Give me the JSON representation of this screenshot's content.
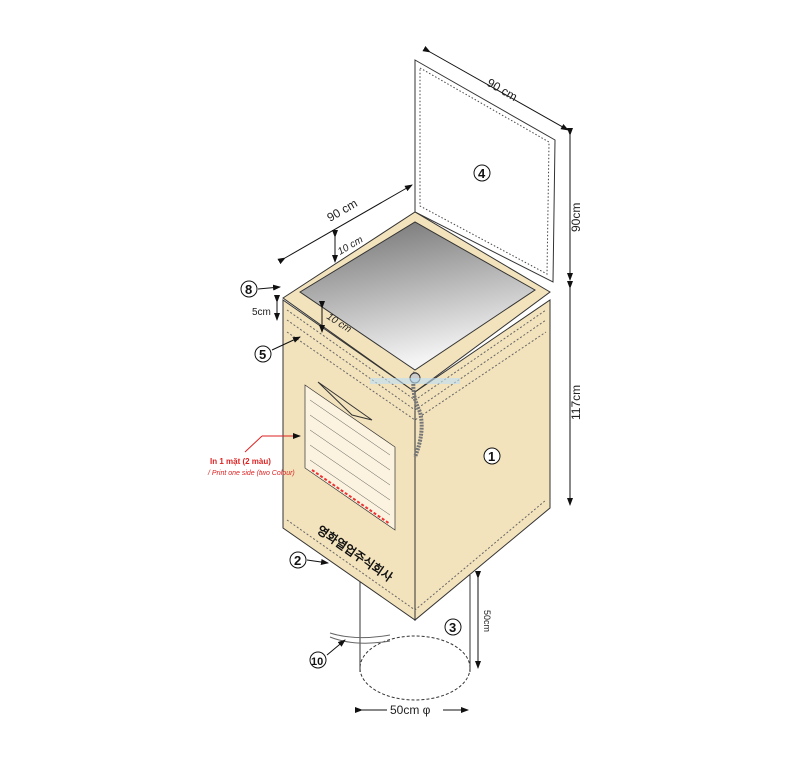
{
  "dimensions": {
    "lid_width": "90 cm",
    "top_width": "90 cm",
    "lid_height": "90cm",
    "body_height": "117cm",
    "cuff_back": "10 cm",
    "cuff_front": "10 cm",
    "seam": "5cm",
    "spout_length": "50cm",
    "spout_diameter": "50cm φ"
  },
  "callouts": [
    "1",
    "2",
    "3",
    "4",
    "5",
    "8",
    "10"
  ],
  "print_note": {
    "line1": "In 1 mặt (2 màu)",
    "line2": "/ Print one side (two Colour)"
  },
  "company_name": "영화열업주식회사",
  "colors": {
    "fabric": "#f3e3bd",
    "annotation": "#d22222",
    "top_gray": "#9a9a9a"
  }
}
